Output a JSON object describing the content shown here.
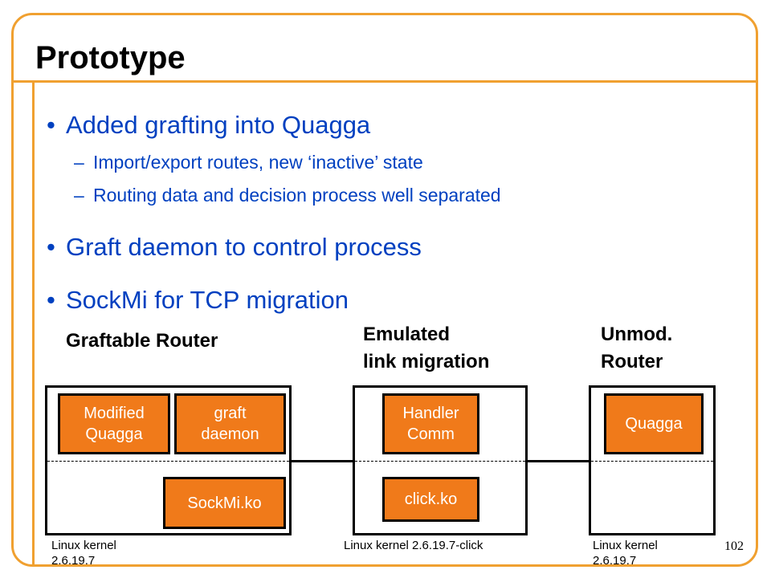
{
  "slide": {
    "title": "Prototype",
    "page_number": "102",
    "accent_color": "#f0a030",
    "text_color": "#0040c0",
    "module_color": "#f07a1a"
  },
  "bullets": [
    {
      "text": "Added grafting into Quagga",
      "subs": [
        "Import/export routes, new ‘inactive’ state",
        "Routing data and decision process well separated"
      ]
    },
    {
      "text": "Graft daemon to control process",
      "subs": []
    },
    {
      "text": "SockMi for TCP migration",
      "subs": []
    }
  ],
  "diagram": {
    "routers": [
      {
        "heading": "Graftable Router",
        "modules": [
          "Modified\nQuagga",
          "graft\ndaemon",
          "SockMi.ko"
        ],
        "kernel": "Linux kernel\n2.6.19.7"
      },
      {
        "heading": "Emulated\nlink migration",
        "modules": [
          "Handler\nComm",
          "click.ko"
        ],
        "kernel": "Linux kernel 2.6.19.7-click"
      },
      {
        "heading": "Unmod.\nRouter",
        "modules": [
          "Quagga"
        ],
        "kernel": "Linux kernel\n2.6.19.7"
      }
    ]
  }
}
